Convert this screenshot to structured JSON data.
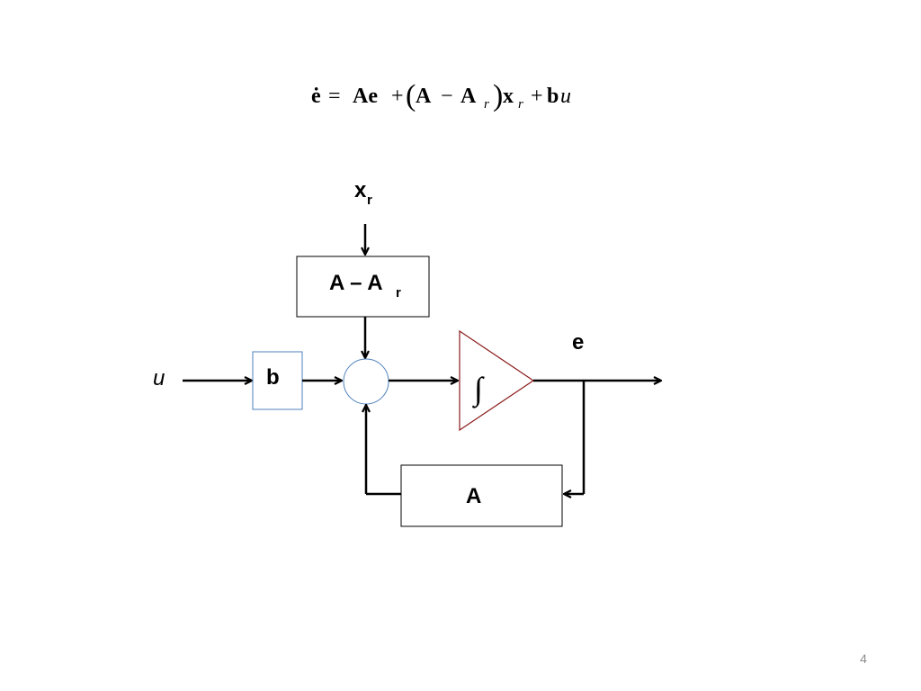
{
  "equation": {
    "lhs": "ė",
    "eq": "=",
    "t1": "Ae",
    "plus1": "+",
    "lparen": "(",
    "A": "A",
    "minus": "−",
    "A2": "A",
    "sub_r1": "r",
    "rparen": ")",
    "x": "x",
    "sub_r2": "r",
    "plus2": "+",
    "b": "b",
    "u": "u"
  },
  "diagram": {
    "input_xr_main": "x",
    "input_xr_sub": "r",
    "block_a_minus_ar_main": "A – A",
    "block_a_minus_ar_sub": "r",
    "input_u": "u",
    "block_b": "b",
    "integrator_symbol": "∫",
    "output_e": "e",
    "block_a": "A"
  },
  "colors": {
    "arrows": "#000000",
    "block_b_border": "#4f81bd",
    "summing_junction_border": "#4f81bd",
    "integrator_border": "#8b1a1a",
    "block_border": "#000000"
  },
  "page": {
    "number": "4"
  }
}
